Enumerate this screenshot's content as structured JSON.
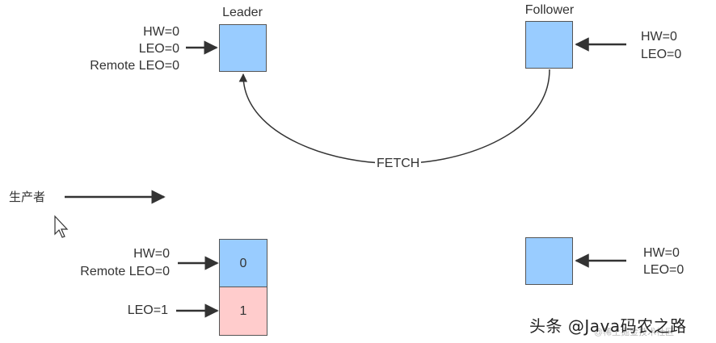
{
  "top": {
    "leader_title": "Leader",
    "follower_title": "Follower",
    "leader_left_labels": [
      "HW=0",
      "LEO=0",
      "Remote LEO=0"
    ],
    "follower_right_labels": [
      "HW=0",
      "LEO=0"
    ],
    "fetch_label": "FETCH"
  },
  "middle": {
    "producer_label": "生产者"
  },
  "bottom": {
    "leader_labels": [
      "HW=0",
      "Remote LEO=0"
    ],
    "leader_leo_label": "LEO=1",
    "leader_cell_0": "0",
    "leader_cell_1": "1",
    "follower_right_labels": [
      "HW=0",
      "LEO=0"
    ]
  },
  "watermark": {
    "main": "头条 @Java码农之路",
    "sub": "@稀土掘金技术社区"
  },
  "colors": {
    "box_blue": "#99ccff",
    "box_pink": "#ffcccc",
    "arrow": "#333333"
  }
}
